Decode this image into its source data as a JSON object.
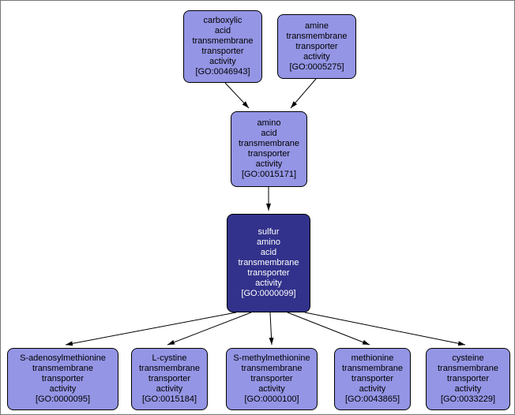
{
  "diagram": {
    "type": "go-term-dag",
    "background": "#ffffff",
    "colors": {
      "node_fill": "#9495e5",
      "node_border": "#000000",
      "node_text": "#000000",
      "focus_node_fill": "#32328c",
      "focus_node_text": "#ffffff",
      "edge": "#000000"
    },
    "nodes": {
      "carboxylic_acid": {
        "name": "carboxylic\nacid\ntransmembrane\ntransporter\nactivity",
        "go_id": "[GO:0046943]"
      },
      "amine": {
        "name": "amine\ntransmembrane\ntransporter\nactivity",
        "go_id": "[GO:0005275]"
      },
      "amino_acid": {
        "name": "amino\nacid\ntransmembrane\ntransporter\nactivity",
        "go_id": "[GO:0015171]"
      },
      "sulfur_amino_acid": {
        "name": "sulfur\namino\nacid\ntransmembrane\ntransporter\nactivity",
        "go_id": "[GO:0000099]"
      },
      "s_adenosylmethionine": {
        "name": "S-adenosylmethionine\ntransmembrane\ntransporter\nactivity",
        "go_id": "[GO:0000095]"
      },
      "l_cystine": {
        "name": "L-cystine\ntransmembrane\ntransporter\nactivity",
        "go_id": "[GO:0015184]"
      },
      "s_methylmethionine": {
        "name": "S-methylmethionine\ntransmembrane\ntransporter\nactivity",
        "go_id": "[GO:0000100]"
      },
      "methionine": {
        "name": "methionine\ntransmembrane\ntransporter\nactivity",
        "go_id": "[GO:0043865]"
      },
      "cysteine": {
        "name": "cysteine\ntransmembrane\ntransporter\nactivity",
        "go_id": "[GO:0033229]"
      }
    },
    "edges": [
      {
        "source": "GO:0046943",
        "target": "GO:0015171"
      },
      {
        "source": "GO:0005275",
        "target": "GO:0015171"
      },
      {
        "source": "GO:0015171",
        "target": "GO:0000099"
      },
      {
        "source": "GO:0000099",
        "target": "GO:0000095"
      },
      {
        "source": "GO:0000099",
        "target": "GO:0015184"
      },
      {
        "source": "GO:0000099",
        "target": "GO:0000100"
      },
      {
        "source": "GO:0000099",
        "target": "GO:0043865"
      },
      {
        "source": "GO:0000099",
        "target": "GO:0033229"
      }
    ]
  }
}
